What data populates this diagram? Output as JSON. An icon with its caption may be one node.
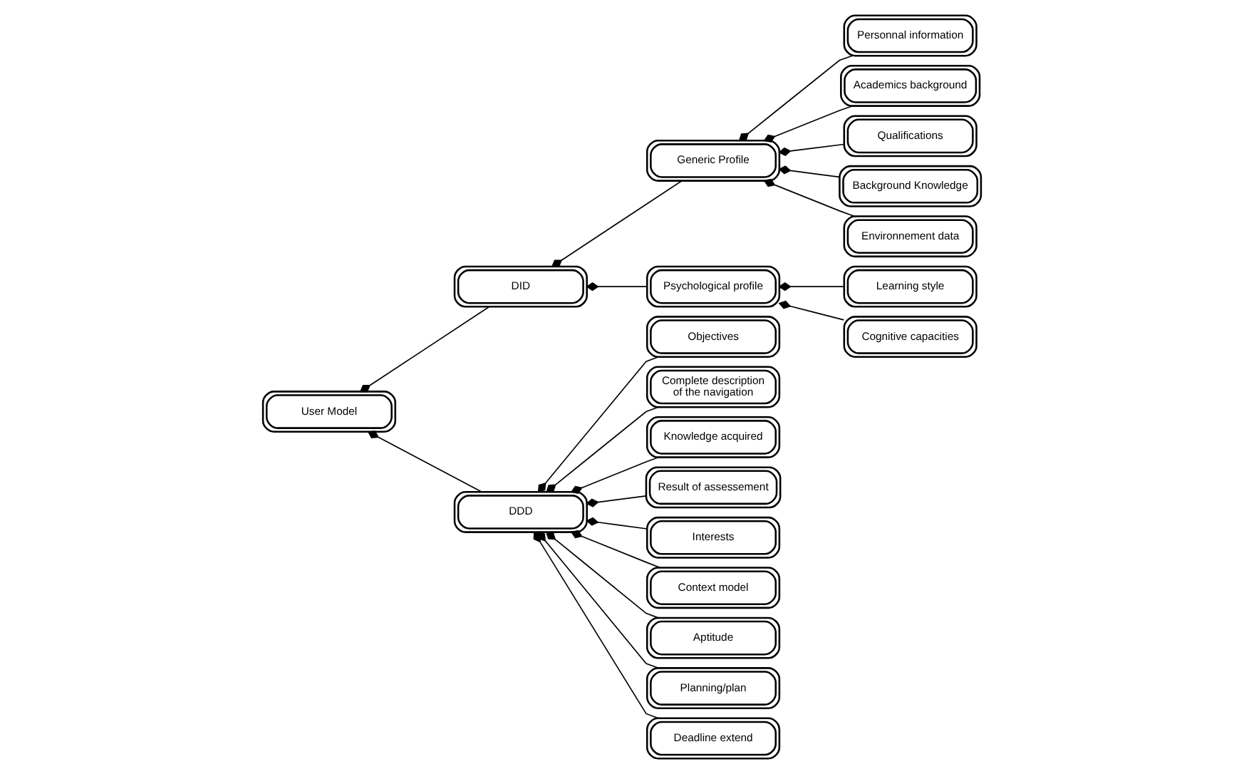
{
  "diagram": {
    "nodes": [
      {
        "text": [
          "User Model"
        ]
      },
      {
        "text": [
          "DID"
        ]
      },
      {
        "text": [
          "DDD"
        ]
      },
      {
        "text": [
          "Generic Profile"
        ]
      },
      {
        "text": [
          "Psychological profile"
        ]
      },
      {
        "text": [
          "Personnal information"
        ]
      },
      {
        "text": [
          "Academics background"
        ]
      },
      {
        "text": [
          "Qualifications"
        ]
      },
      {
        "text": [
          "Background Knowledge"
        ]
      },
      {
        "text": [
          "Environnement data"
        ]
      },
      {
        "text": [
          "Learning style"
        ]
      },
      {
        "text": [
          "Cognitive capacities"
        ]
      },
      {
        "text": [
          "Objectives"
        ]
      },
      {
        "text": [
          "Complete description of the navigation"
        ]
      },
      {
        "text": [
          "Knowledge acquired"
        ]
      },
      {
        "text": [
          "Result of assessement"
        ]
      },
      {
        "text": [
          "Interests"
        ]
      },
      {
        "text": [
          "Context model"
        ]
      },
      {
        "text": [
          "Aptitude"
        ]
      },
      {
        "text": [
          "Planning/plan"
        ]
      },
      {
        "text": [
          "Deadline extend"
        ]
      }
    ],
    "edges": [
      {
        "from": 0,
        "to": 1,
        "arrow": "other"
      },
      {
        "from": 0,
        "to": 2,
        "arrow": "other"
      },
      {
        "from": 1,
        "to": 3,
        "arrow": "other"
      },
      {
        "from": 1,
        "to": 4,
        "arrow": "other"
      },
      {
        "from": 3,
        "to": 5,
        "arrow": "other"
      },
      {
        "from": 3,
        "to": 6,
        "arrow": "other"
      },
      {
        "from": 3,
        "to": 7,
        "arrow": "other"
      },
      {
        "from": 3,
        "to": 8,
        "arrow": "other"
      },
      {
        "from": 3,
        "to": 9,
        "arrow": "other"
      },
      {
        "from": 4,
        "to": 10,
        "arrow": "other"
      },
      {
        "from": 4,
        "to": 11,
        "arrow": "other"
      },
      {
        "from": 2,
        "to": 12,
        "arrow": "other"
      },
      {
        "from": 2,
        "to": 13,
        "arrow": "other"
      },
      {
        "from": 2,
        "to": 14,
        "arrow": "other"
      },
      {
        "from": 2,
        "to": 15,
        "arrow": "other"
      },
      {
        "from": 2,
        "to": 16,
        "arrow": "other"
      },
      {
        "from": 2,
        "to": 17,
        "arrow": "other"
      },
      {
        "from": 2,
        "to": 18,
        "arrow": "other"
      },
      {
        "from": 2,
        "to": 19,
        "arrow": "other"
      },
      {
        "from": 2,
        "to": 20,
        "arrow": "other"
      }
    ]
  }
}
